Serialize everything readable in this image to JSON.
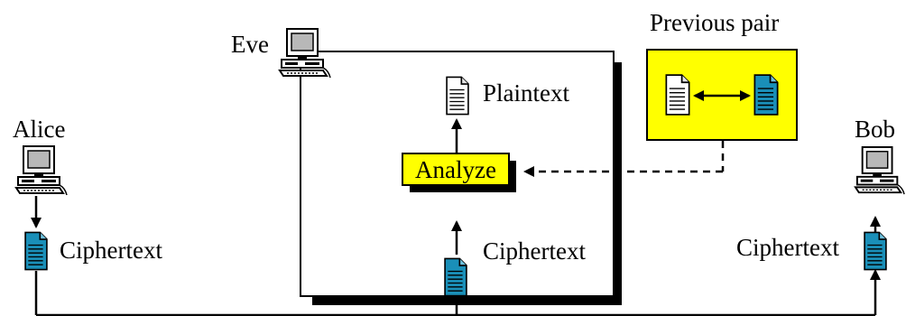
{
  "labels": {
    "alice": "Alice",
    "bob": "Bob",
    "eve": "Eve",
    "previous_pair": "Previous pair",
    "plaintext": "Plaintext",
    "analyze": "Analyze",
    "ciphertext_alice": "Ciphertext",
    "ciphertext_eve": "Ciphertext",
    "ciphertext_bob": "Ciphertext"
  },
  "colors": {
    "ciphertext_doc": "#1a8fb8",
    "plaintext_doc": "#ffffff",
    "highlight": "#ffff00",
    "shadow": "#000000",
    "line": "#000000"
  },
  "icons": {
    "computer": "computer-icon",
    "ciphertext": "ciphertext-document-icon",
    "plaintext": "plaintext-document-icon"
  }
}
